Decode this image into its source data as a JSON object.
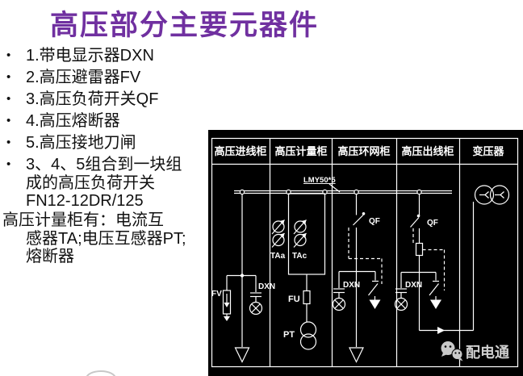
{
  "slide": {
    "title": "高压部分主要元器件",
    "bullets": [
      [
        "1.带电显示器DXN"
      ],
      [
        "2.高压避雷器FV"
      ],
      [
        "3.高压负荷开关QF"
      ],
      [
        "4.高压熔断器"
      ],
      [
        "5.高压接地刀闸"
      ],
      [
        "3、4、5组合到一块组",
        "成的高压负荷开关",
        "FN12-12DR/125"
      ]
    ],
    "paragraph": [
      "高压计量柜有：电流互",
      "感器TA;电压互感器PT;",
      "熔断器"
    ]
  },
  "colors": {
    "title": "#7030A0",
    "body_text": "#111111",
    "diagram_bg": "#000000",
    "diagram_line": "#ffffff",
    "watermark": "#cfcfcf"
  },
  "diagram": {
    "columns": [
      "高压进线柜",
      "高压计量柜",
      "高压环网柜",
      "高压出线柜",
      "变压器"
    ],
    "busbar_label": "LMY50*5",
    "labels": {
      "fv": "FV",
      "dxn": "DXN",
      "taa": "TAa",
      "tac": "TAc",
      "fu": "FU",
      "pt": "PT",
      "qf": "QF"
    },
    "watermark_text": "配电通",
    "watermark_icon": "wechat-icon"
  }
}
